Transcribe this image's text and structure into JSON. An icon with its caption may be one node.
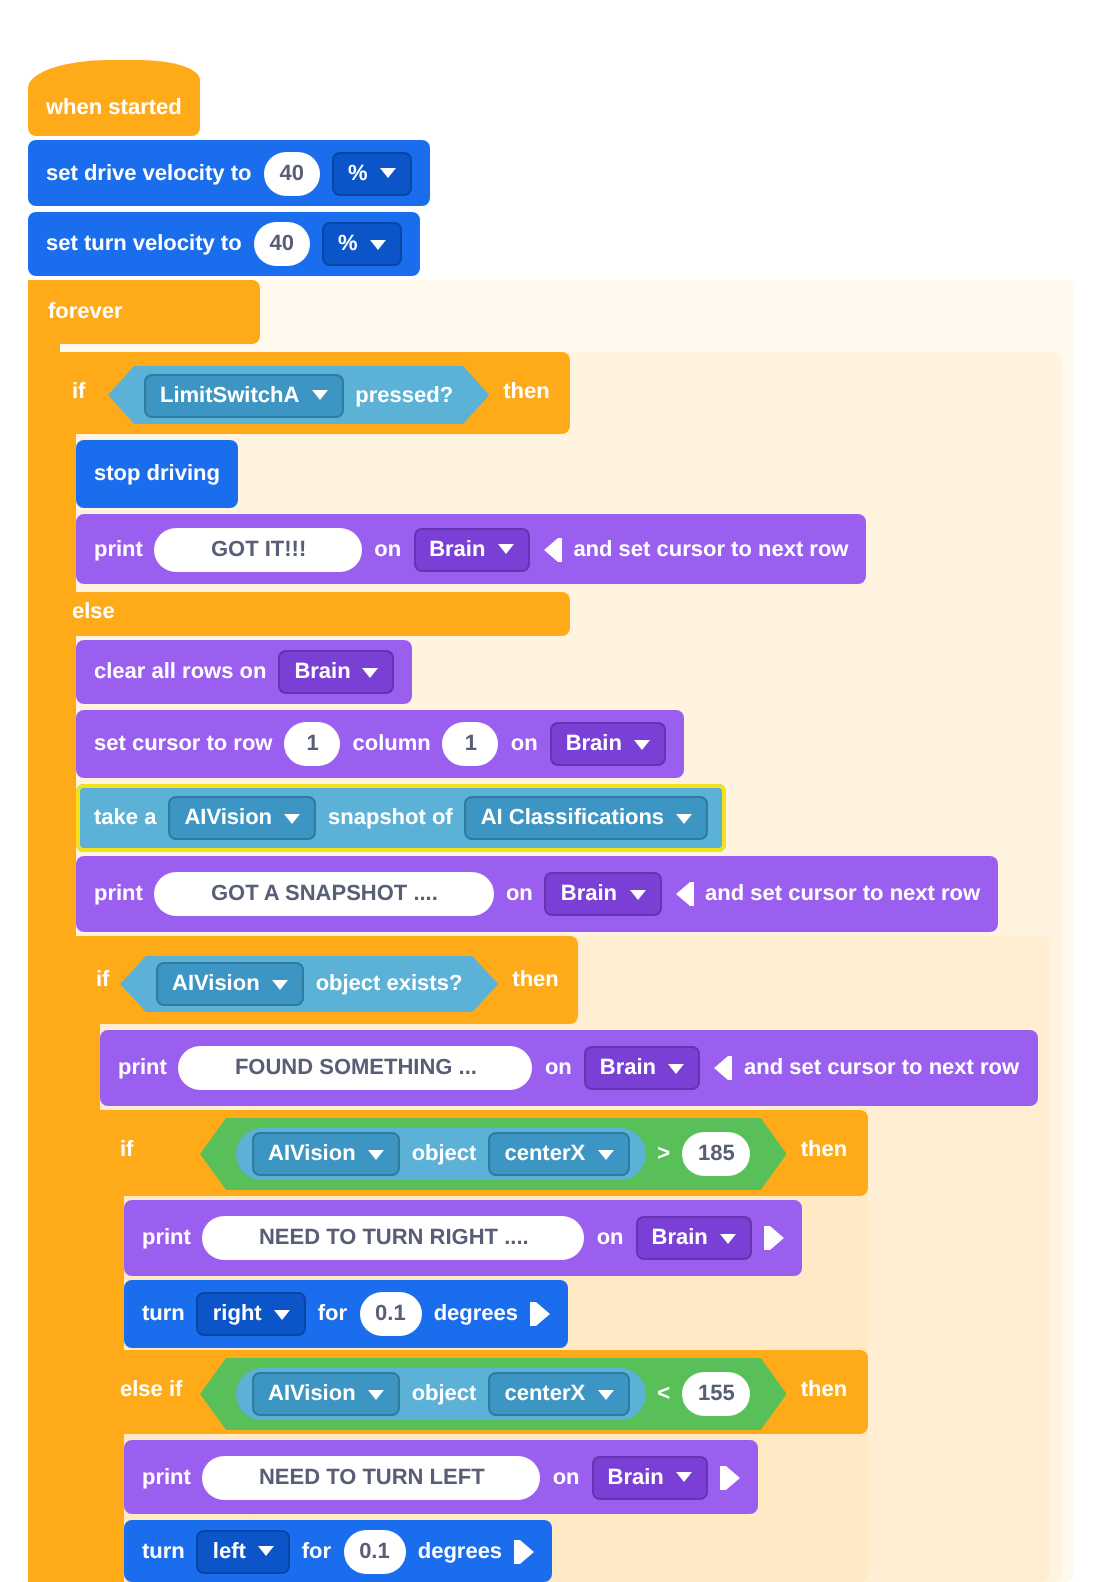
{
  "diagram": {
    "nodes": [
      {
        "text": [
          "when started"
        ]
      },
      {
        "text": [
          "set drive velocity to",
          "40",
          "%"
        ]
      },
      {
        "text": [
          "set turn velocity to",
          "40",
          "%"
        ]
      },
      {
        "text": [
          "forever"
        ]
      },
      {
        "text": [
          "if",
          "then",
          "else"
        ],
        "in": 3
      },
      {
        "text": [
          "LimitSwitchA",
          "pressed?"
        ],
        "in": 4
      },
      {
        "text": [
          "stop driving"
        ],
        "in": 4
      },
      {
        "text": [
          "print",
          "GOT IT!!!",
          "on",
          "Brain",
          "and set cursor to next row"
        ],
        "in": 4
      },
      {
        "text": [
          "clear all rows on",
          "Brain"
        ],
        "in": 4
      },
      {
        "text": [
          "set cursor to row",
          "1",
          "column",
          "1",
          "on",
          "Brain"
        ],
        "in": 4
      },
      {
        "text": [
          "take a",
          "AIVision",
          "snapshot of",
          "AI Classifications"
        ],
        "in": 4
      },
      {
        "text": [
          "print",
          "GOT A SNAPSHOT ....",
          "on",
          "Brain",
          "and set cursor to next row"
        ],
        "in": 4
      },
      {
        "text": [
          "if",
          "then"
        ],
        "in": 4
      },
      {
        "text": [
          "AIVision",
          "object exists?"
        ],
        "in": 12
      },
      {
        "text": [
          "print",
          "FOUND SOMETHING ...",
          "on",
          "Brain",
          "and set cursor to next row"
        ],
        "in": 12
      },
      {
        "text": [
          "if",
          "then",
          "else if",
          "then"
        ],
        "in": 12
      },
      {
        "text": [
          ">",
          "185"
        ],
        "in": 15
      },
      {
        "text": [
          "AIVision",
          "object",
          "centerX"
        ],
        "in": 16
      },
      {
        "text": [
          "print",
          "NEED TO TURN RIGHT ....",
          "on",
          "Brain"
        ],
        "in": 15
      },
      {
        "text": [
          "turn",
          "right",
          "for",
          "0.1",
          "degrees"
        ],
        "in": 15
      },
      {
        "text": [
          "<",
          "155"
        ],
        "in": 15
      },
      {
        "text": [
          "AIVision",
          "object",
          "centerX"
        ],
        "in": 20
      },
      {
        "text": [
          "print",
          "NEED TO TURN LEFT",
          "on",
          "Brain"
        ],
        "in": 15
      },
      {
        "text": [
          "turn",
          "left",
          "for",
          "0.1",
          "degrees"
        ],
        "in": 15
      }
    ]
  }
}
